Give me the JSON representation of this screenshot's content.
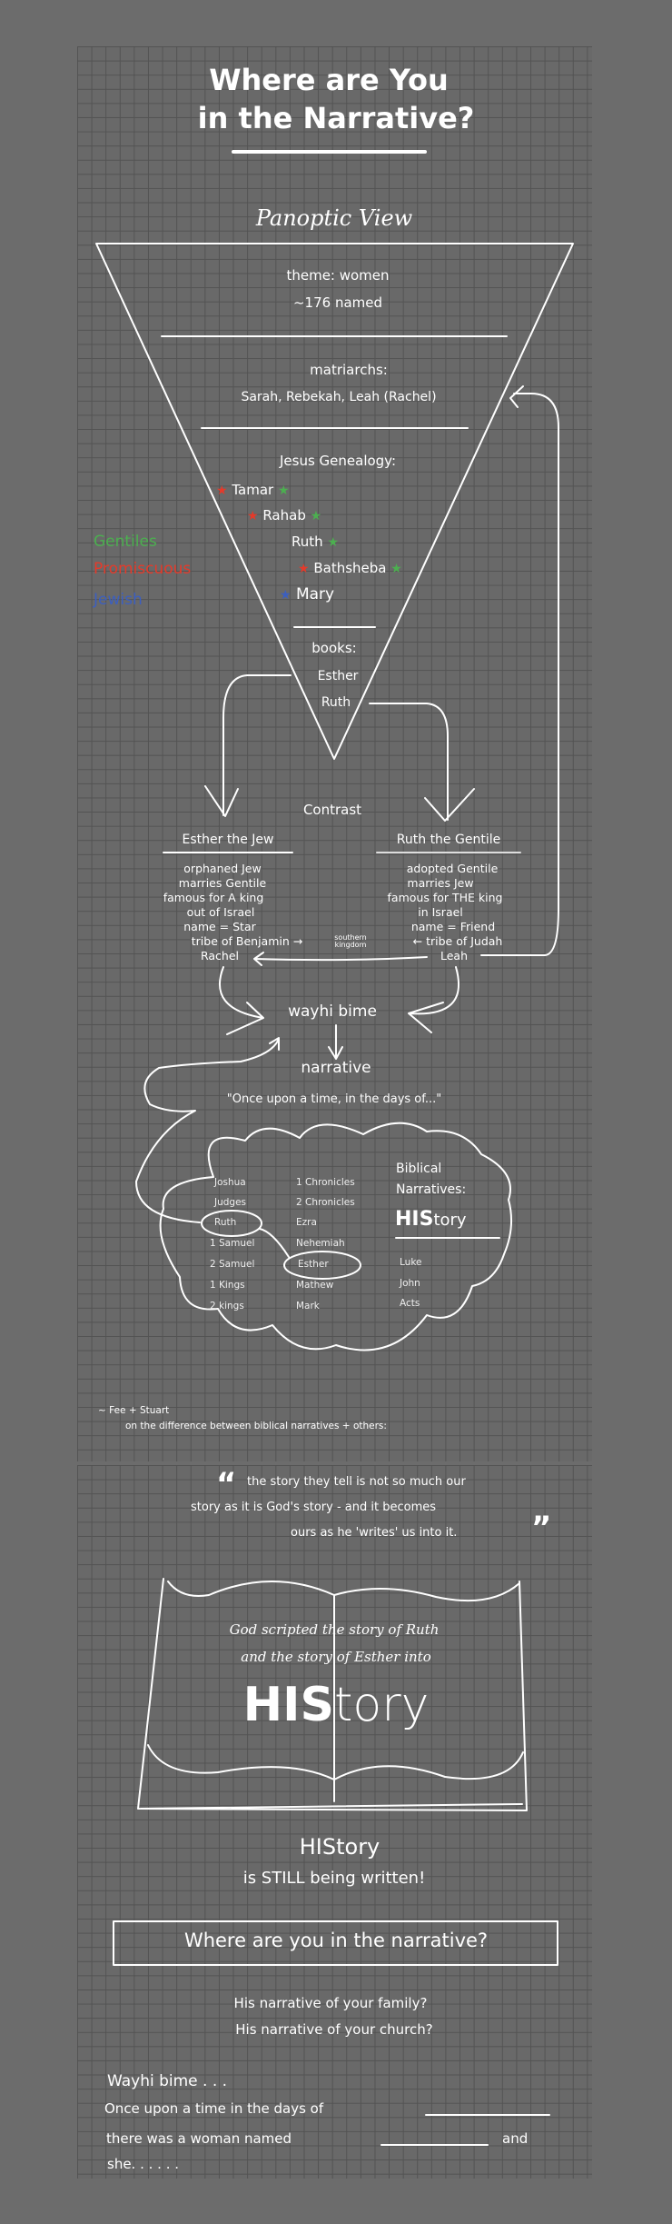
{
  "title": {
    "line1": "Where are You",
    "line2": "in the Narrative?"
  },
  "panoptic": {
    "heading": "Panoptic View",
    "theme": "theme: women",
    "named": "~176 named",
    "matriarchs_label": "matriarchs:",
    "matriarchs": "Sarah, Rebekah, Leah (Rachel)",
    "genealogy_label": "Jesus Genealogy:",
    "genealogy": [
      {
        "name": "Tamar",
        "left_star": "red",
        "right_star": "green"
      },
      {
        "name": "Rahab",
        "left_star": "red",
        "right_star": "green"
      },
      {
        "name": "Ruth",
        "left_star": "",
        "right_star": "green"
      },
      {
        "name": "Bathsheba",
        "left_star": "red",
        "right_star": "green"
      },
      {
        "name": "Mary",
        "left_star": "blue",
        "right_star": ""
      }
    ],
    "books_label": "books:",
    "books": [
      "Esther",
      "Ruth"
    ]
  },
  "legend": [
    {
      "label": "Gentiles",
      "color": "#4caf50"
    },
    {
      "label": "Promiscuous",
      "color": "#e53a2a"
    },
    {
      "label": "Jewish",
      "color": "#3c5fbf"
    }
  ],
  "contrast": {
    "heading": "Contrast",
    "esther": {
      "title": "Esther the Jew",
      "lines": [
        "orphaned Jew",
        "marries Gentile",
        "famous for A king",
        "out of Israel",
        "name = Star",
        "tribe of Benjamin →",
        "Rachel"
      ]
    },
    "ruth": {
      "title": "Ruth the Gentile",
      "lines": [
        "adopted Gentile",
        "marries Jew",
        "famous for THE king",
        "in Israel",
        "name = Friend",
        "← tribe of Judah",
        "Leah"
      ]
    },
    "middle_note": [
      "southern",
      "kingdom"
    ]
  },
  "wayhi": "wayhi bime",
  "narrative": "narrative",
  "once_quote": "\"Once upon a time, in the days of...\"",
  "cloud": {
    "columns": [
      [
        "Joshua",
        "Judges",
        "Ruth",
        "1 Samuel",
        "2 Samuel",
        "1 Kings",
        "2 kings"
      ],
      [
        "1 Chronicles",
        "2 Chronicles",
        "Ezra",
        "Nehemiah",
        "Esther",
        "Mathew",
        "Mark"
      ],
      [
        "Luke",
        "John",
        "Acts"
      ]
    ],
    "heading1": "Biblical",
    "heading2": "Narratives:",
    "history_bold": "HIS",
    "history_rest": "tory"
  },
  "attribution": {
    "author": "~ Fee + Stuart",
    "note": "on the difference between biblical narratives + others:"
  },
  "quote": {
    "open": "“",
    "lines": [
      "the story they tell is not so much our",
      "story as it is God's story - and it becomes",
      "ours as he 'writes' us into it."
    ],
    "close": "”"
  },
  "book": {
    "line1": "God scripted the story of Ruth",
    "line2": "and the story of Esther into",
    "history_bold": "HIS",
    "history_rest": "tory"
  },
  "still": {
    "line1": "HIStory",
    "line2": "is STILL being written!"
  },
  "question_box": "Where are you in the narrative?",
  "questions": [
    "His narrative of your family?",
    "His narrative of your church?"
  ],
  "prompt": {
    "line1": "Wayhi bime . . .",
    "line2": "Once upon a time in the days of",
    "line3a": "there was a woman named",
    "line3b": "and",
    "line4": "she. . . . . ."
  }
}
